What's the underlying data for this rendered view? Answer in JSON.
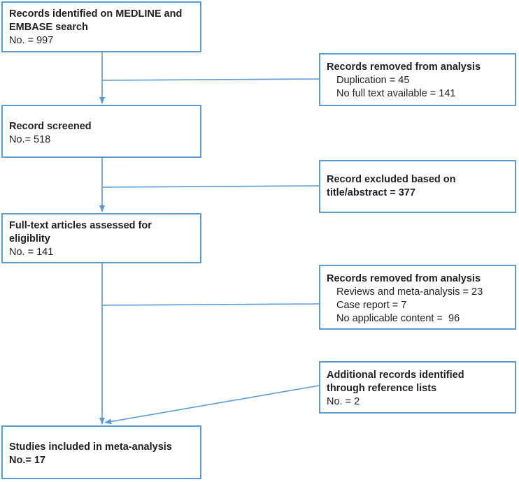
{
  "colors": {
    "stroke": "#5b9bd5",
    "text": "#231f20",
    "background": "#ffffff"
  },
  "boxes": {
    "identified": {
      "title": "Records identified on MEDLINE and\nEMBASE search",
      "lines": [
        "No. = 997"
      ]
    },
    "removed1": {
      "title": "Records removed from analysis",
      "lines": [
        "Duplication = 45",
        "No full text available = 141"
      ]
    },
    "screened": {
      "title": "Record screened",
      "lines": [
        "No.= 518"
      ]
    },
    "excluded": {
      "title": "Record excluded based on\ntitle/abstract = 377",
      "lines": []
    },
    "fulltext": {
      "title": "Full-text articles assessed for\neligiblity",
      "lines": [
        "No. = 141"
      ]
    },
    "removed2": {
      "title": "Records removed from analysis",
      "lines": [
        "Reviews and meta-analysis = 23",
        "Case report = 7",
        "No applicable content =  96"
      ]
    },
    "additional": {
      "title": "Additional records identified\nthrough reference lists",
      "lines": [
        "No. = 2"
      ]
    },
    "included": {
      "title": "Studies included in meta-analysis",
      "lines": [
        "No.= 17"
      ]
    }
  }
}
